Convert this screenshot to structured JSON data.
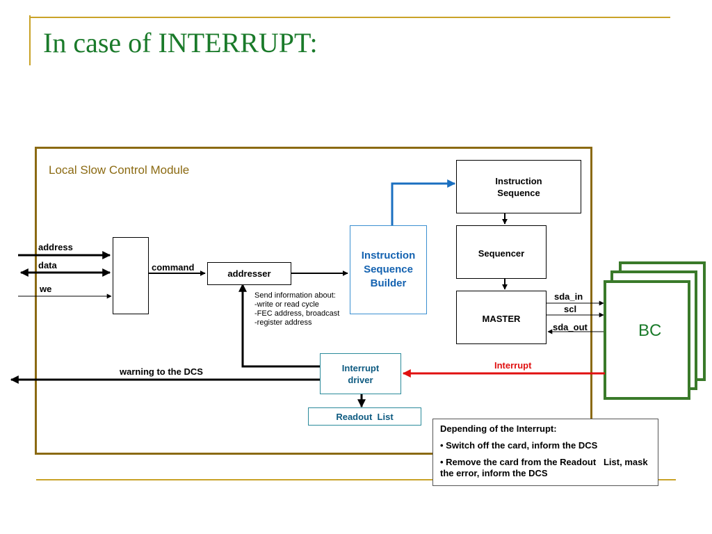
{
  "slide": {
    "title": "In case of INTERRUPT:"
  },
  "module": {
    "label": "Local Slow Control Module"
  },
  "signals": {
    "address": "address",
    "data": "data",
    "we": "we",
    "command": "command",
    "warning": "warning to the DCS",
    "sda_in": "sda_in",
    "scl": "scl",
    "sda_out": "sda_out",
    "interrupt": "Interrupt"
  },
  "blocks": {
    "addresser": "addresser",
    "isb": "Instruction Sequence Builder",
    "instruction_sequence": "Instruction Sequence",
    "sequencer": "Sequencer",
    "master": "MASTER",
    "interrupt_driver": "Interrupt driver",
    "readout_list": "Readout  List",
    "bc": "BC"
  },
  "send_info": {
    "line1": "Send information about:",
    "line2": "-write or read cycle",
    "line3": "-FEC address, broadcast",
    "line4": "-register address"
  },
  "info_box": {
    "heading": "Depending of the Interrupt:",
    "item1": "• Switch off the card, inform the DCS",
    "item2": "• Remove the card from the Readout   List, mask the error, inform the DCS"
  },
  "colors": {
    "title": "#1a7a2a",
    "accent": "#c9a227",
    "module_border": "#8b6a12",
    "isb_blue": "#1462b0",
    "interrupt_red": "#e01010",
    "bc_green": "#3a7a2a"
  }
}
